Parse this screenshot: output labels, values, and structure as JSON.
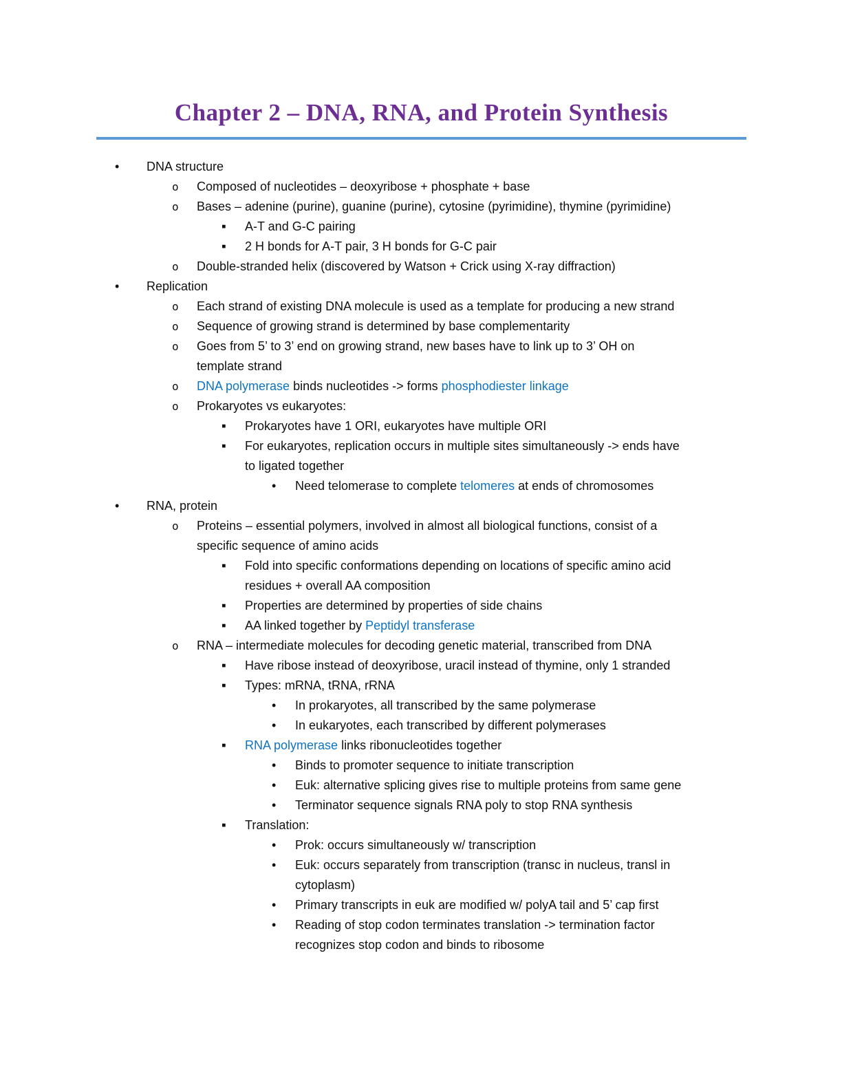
{
  "document": {
    "title": "Chapter 2 – DNA, RNA, and Protein Synthesis",
    "colors": {
      "title": "#6C2E93",
      "rule": "#5B9BD5",
      "link": "#0D74C4",
      "body": "#101010"
    },
    "bullets": {
      "1": "•",
      "2": "o",
      "3": "▪",
      "4": "•"
    },
    "items": [
      {
        "level": 1,
        "runs": [
          {
            "t": "DNA structure"
          }
        ]
      },
      {
        "level": 2,
        "runs": [
          {
            "t": "Composed of nucleotides – deoxyribose + phosphate + base"
          }
        ]
      },
      {
        "level": 2,
        "runs": [
          {
            "t": "Bases – adenine (purine), guanine (purine), cytosine (pyrimidine), thymine (pyrimidine)"
          }
        ]
      },
      {
        "level": 3,
        "runs": [
          {
            "t": "A-T and G-C pairing"
          }
        ]
      },
      {
        "level": 3,
        "runs": [
          {
            "t": "2 H bonds for A-T pair, 3 H bonds for G-C pair"
          }
        ]
      },
      {
        "level": 2,
        "runs": [
          {
            "t": "Double-stranded helix (discovered by Watson + Crick using X-ray diffraction)"
          }
        ]
      },
      {
        "level": 1,
        "runs": [
          {
            "t": "Replication"
          }
        ]
      },
      {
        "level": 2,
        "runs": [
          {
            "t": "Each strand of existing DNA molecule is used as a template for producing a new strand"
          }
        ]
      },
      {
        "level": 2,
        "runs": [
          {
            "t": "Sequence of growing strand is determined by base complementarity"
          }
        ]
      },
      {
        "level": 2,
        "runs": [
          {
            "t": "Goes from 5’ to 3’ end on growing strand, new bases have to link up to 3’ OH on\ntemplate strand"
          }
        ]
      },
      {
        "level": 2,
        "runs": [
          {
            "t": "DNA polymerase",
            "link": true
          },
          {
            "t": " binds nucleotides -> forms "
          },
          {
            "t": "phosphodiester linkage",
            "link": true
          }
        ]
      },
      {
        "level": 2,
        "runs": [
          {
            "t": "Prokaryotes vs eukaryotes:"
          }
        ]
      },
      {
        "level": 3,
        "runs": [
          {
            "t": "Prokaryotes have 1 ORI, eukaryotes have multiple ORI"
          }
        ]
      },
      {
        "level": 3,
        "runs": [
          {
            "t": "For eukaryotes, replication occurs in multiple sites simultaneously -> ends have\nto ligated together"
          }
        ]
      },
      {
        "level": 4,
        "runs": [
          {
            "t": "Need telomerase to complete "
          },
          {
            "t": "telomeres",
            "link": true
          },
          {
            "t": " at ends of chromosomes"
          }
        ]
      },
      {
        "level": 1,
        "runs": [
          {
            "t": "RNA, protein"
          }
        ]
      },
      {
        "level": 2,
        "runs": [
          {
            "t": "Proteins – essential polymers, involved in almost all biological functions, consist of a\nspecific sequence of amino acids"
          }
        ]
      },
      {
        "level": 3,
        "runs": [
          {
            "t": "Fold into specific conformations depending on locations of specific amino acid\nresidues + overall AA composition"
          }
        ]
      },
      {
        "level": 3,
        "runs": [
          {
            "t": "Properties are determined by properties of side chains"
          }
        ]
      },
      {
        "level": 3,
        "runs": [
          {
            "t": "AA linked together by "
          },
          {
            "t": "Peptidyl transferase",
            "link": true
          }
        ]
      },
      {
        "level": 2,
        "runs": [
          {
            "t": "RNA – intermediate molecules for decoding genetic material, transcribed from DNA"
          }
        ]
      },
      {
        "level": 3,
        "runs": [
          {
            "t": "Have ribose instead of deoxyribose, uracil instead of thymine, only 1 stranded"
          }
        ]
      },
      {
        "level": 3,
        "runs": [
          {
            "t": "Types: mRNA, tRNA, rRNA"
          }
        ]
      },
      {
        "level": 4,
        "runs": [
          {
            "t": "In prokaryotes, all transcribed by the same polymerase"
          }
        ]
      },
      {
        "level": 4,
        "runs": [
          {
            "t": "In eukaryotes, each transcribed by different polymerases"
          }
        ]
      },
      {
        "level": 3,
        "runs": [
          {
            "t": "RNA polymerase",
            "link": true
          },
          {
            "t": " links ribonucleotides together"
          }
        ]
      },
      {
        "level": 4,
        "runs": [
          {
            "t": "Binds to promoter sequence to initiate transcription"
          }
        ]
      },
      {
        "level": 4,
        "runs": [
          {
            "t": "Euk: alternative splicing gives rise to multiple proteins from same gene"
          }
        ]
      },
      {
        "level": 4,
        "runs": [
          {
            "t": "Terminator sequence signals RNA poly to stop RNA synthesis"
          }
        ]
      },
      {
        "level": 3,
        "runs": [
          {
            "t": "Translation:"
          }
        ]
      },
      {
        "level": 4,
        "runs": [
          {
            "t": "Prok: occurs simultaneously w/ transcription"
          }
        ]
      },
      {
        "level": 4,
        "runs": [
          {
            "t": "Euk: occurs separately from transcription (transc in nucleus, transl in\ncytoplasm)"
          }
        ]
      },
      {
        "level": 4,
        "runs": [
          {
            "t": "Primary transcripts in euk are modified w/ polyA tail and 5’ cap first"
          }
        ]
      },
      {
        "level": 4,
        "runs": [
          {
            "t": "Reading of stop codon terminates translation -> termination factor\nrecognizes stop codon and binds to ribosome"
          }
        ]
      }
    ]
  }
}
